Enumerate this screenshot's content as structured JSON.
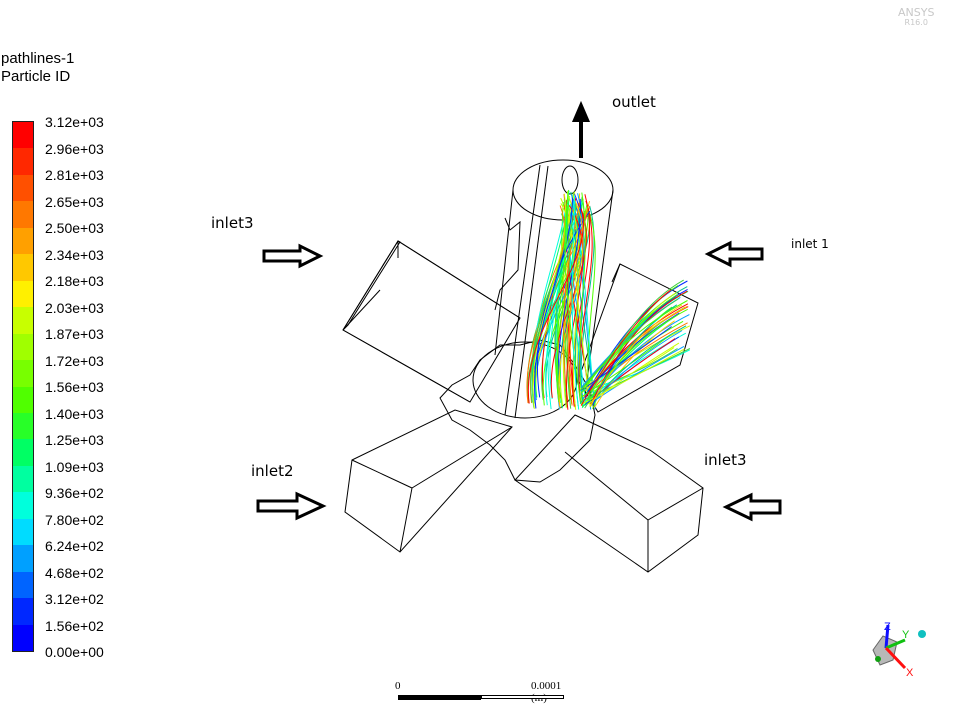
{
  "legend": {
    "title": "pathlines-1",
    "subtitle": "Particle ID",
    "labels": [
      "3.12e+03",
      "2.96e+03",
      "2.81e+03",
      "2.65e+03",
      "2.50e+03",
      "2.34e+03",
      "2.18e+03",
      "2.03e+03",
      "1.87e+03",
      "1.72e+03",
      "1.56e+03",
      "1.40e+03",
      "1.25e+03",
      "1.09e+03",
      "9.36e+02",
      "7.80e+02",
      "6.24e+02",
      "4.68e+02",
      "3.12e+02",
      "1.56e+02",
      "0.00e+00"
    ],
    "colors": [
      "#ff0000",
      "#ff2800",
      "#ff5000",
      "#ff7800",
      "#ffa000",
      "#ffc800",
      "#fff000",
      "#c8ff00",
      "#a0ff00",
      "#78ff00",
      "#50ff00",
      "#28ff28",
      "#00ff64",
      "#00ffa0",
      "#00ffdc",
      "#00dcff",
      "#00a0ff",
      "#0064ff",
      "#0028ff",
      "#0000ff"
    ]
  },
  "annotations": {
    "outlet": "outlet",
    "inlet1": "inlet 1",
    "inlet2": "inlet2",
    "inlet3_top": "inlet3",
    "inlet3_bottom": "inlet3"
  },
  "scale": {
    "start": "0",
    "end": "0.0001 (m)"
  },
  "logo": {
    "line1": "ANSYS",
    "line2": "R16.0"
  },
  "axes_triad": {
    "z": "Z",
    "y": "Y",
    "x": "X"
  },
  "pathline_colors": [
    "#ff0000",
    "#ff7800",
    "#ffc800",
    "#c8ff00",
    "#50ff00",
    "#00ff64",
    "#00ffdc",
    "#00a0ff",
    "#0028ff",
    "#00c090",
    "#40d040"
  ]
}
